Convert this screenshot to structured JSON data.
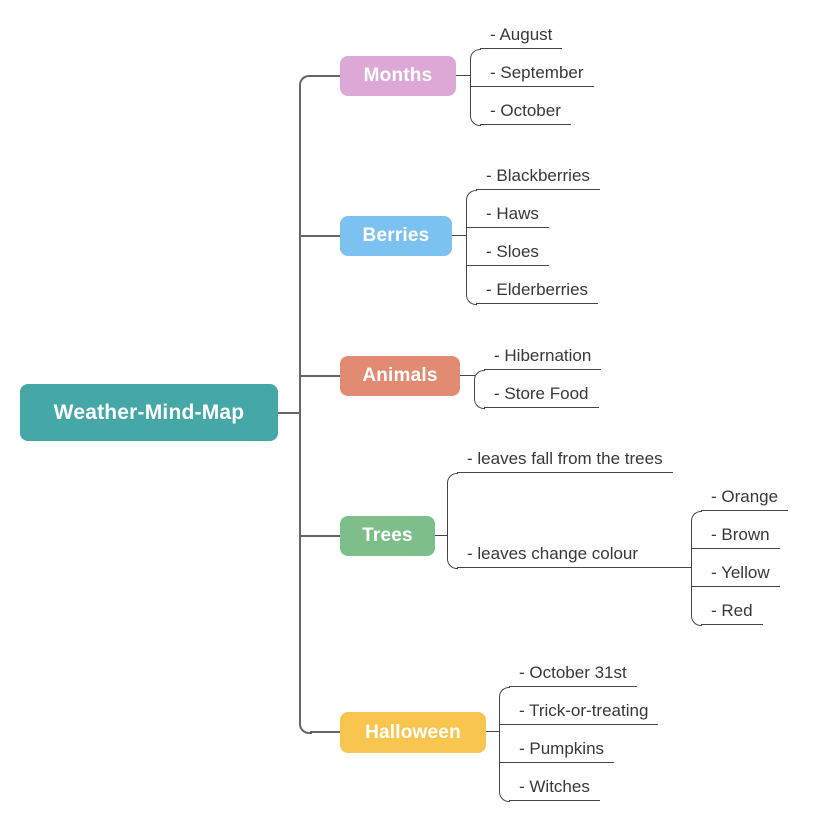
{
  "root": {
    "label": "Weather-Mind-Map",
    "color": "#46A7A7"
  },
  "branches": [
    {
      "label": "Months",
      "color": "#DCA8D6",
      "children": [
        {
          "label": "- August"
        },
        {
          "label": "- September"
        },
        {
          "label": "- October"
        }
      ]
    },
    {
      "label": "Berries",
      "color": "#7CC2F0",
      "children": [
        {
          "label": "- Blackberries"
        },
        {
          "label": "- Haws"
        },
        {
          "label": "- Sloes"
        },
        {
          "label": "- Elderberries"
        }
      ]
    },
    {
      "label": "Animals",
      "color": "#E08B72",
      "children": [
        {
          "label": "- Hibernation"
        },
        {
          "label": "- Store Food"
        }
      ]
    },
    {
      "label": "Trees",
      "color": "#7EBE8B",
      "children": [
        {
          "label": "- leaves fall from the trees"
        },
        {
          "label": "- leaves change colour",
          "children": [
            {
              "label": "- Orange"
            },
            {
              "label": "- Brown"
            },
            {
              "label": "- Yellow"
            },
            {
              "label": "- Red"
            }
          ]
        }
      ]
    },
    {
      "label": "Halloween",
      "color": "#F8C64F",
      "children": [
        {
          "label": "- October 31st"
        },
        {
          "label": "- Trick-or-treating"
        },
        {
          "label": "- Pumpkins"
        },
        {
          "label": "- Witches"
        }
      ]
    }
  ]
}
